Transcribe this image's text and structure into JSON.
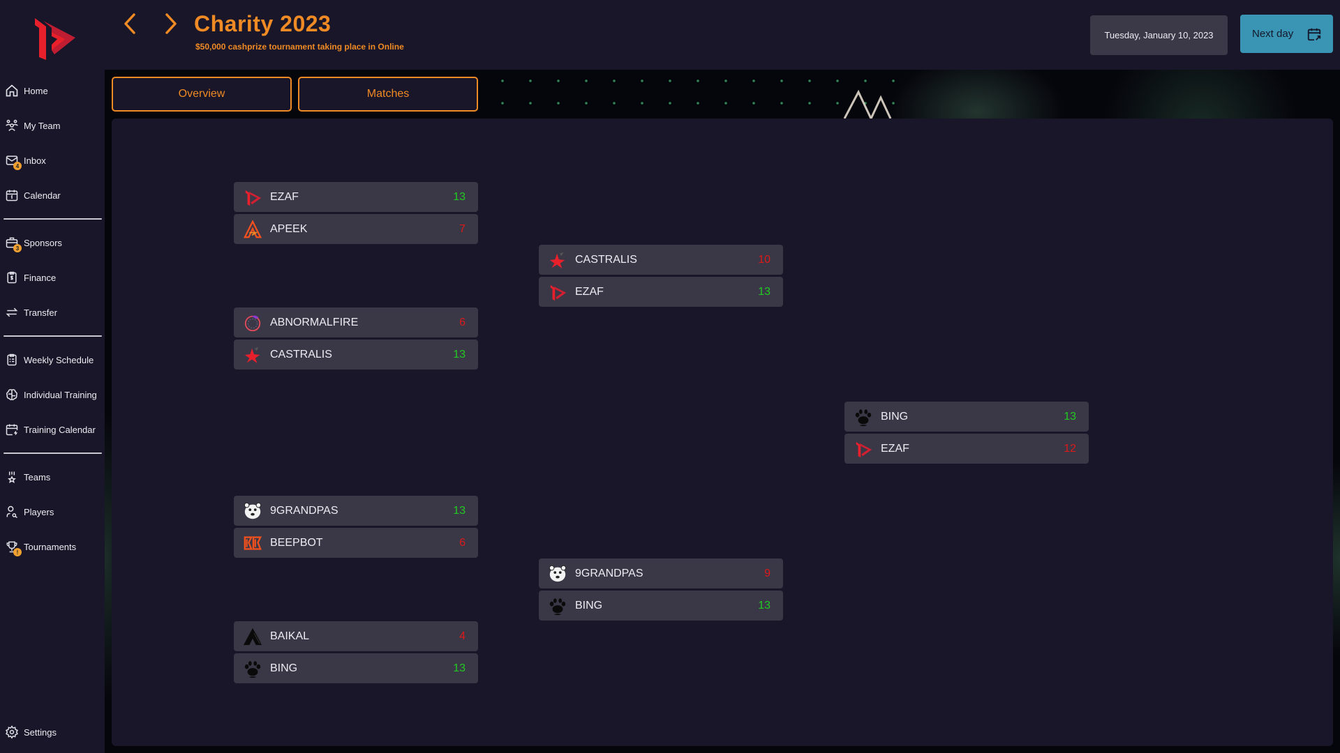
{
  "sidebar": {
    "items": [
      {
        "label": "Home",
        "icon": "home-icon"
      },
      {
        "label": "My Team",
        "icon": "team-icon"
      },
      {
        "label": "Inbox",
        "icon": "inbox-icon",
        "badge": "4"
      },
      {
        "label": "Calendar",
        "icon": "calendar-icon"
      },
      {
        "label": "Sponsors",
        "icon": "briefcase-icon",
        "badge": "3"
      },
      {
        "label": "Finance",
        "icon": "finance-icon"
      },
      {
        "label": "Transfer",
        "icon": "transfer-icon"
      },
      {
        "label": "Weekly Schedule",
        "icon": "clipboard-icon"
      },
      {
        "label": "Individual Training",
        "icon": "brain-icon"
      },
      {
        "label": "Training Calendar",
        "icon": "calendar-bolt-icon"
      },
      {
        "label": "Teams",
        "icon": "medal-icon"
      },
      {
        "label": "Players",
        "icon": "user-search-icon"
      },
      {
        "label": "Tournaments",
        "icon": "trophy-icon",
        "badge": "!"
      },
      {
        "label": "Settings",
        "icon": "gear-icon"
      }
    ]
  },
  "header": {
    "title": "Charity 2023",
    "subtitle": "$50,000 cashprize tournament taking place in Online",
    "date": "Tuesday, January 10, 2023",
    "next_day_label": "Next day"
  },
  "tabs": [
    {
      "label": "Overview"
    },
    {
      "label": "Matches"
    }
  ],
  "colors": {
    "accent": "#f08a24",
    "next_button": "#3a94b4",
    "win": "#22c922",
    "lose": "#dd1a1a",
    "card": "#3a3746",
    "background": "#181628"
  },
  "bracket": {
    "rounds": [
      {
        "matches": [
          {
            "teams": [
              {
                "name": "EZAF",
                "score": "13",
                "result": "win",
                "logo": "ezaf-logo"
              },
              {
                "name": "APEEK",
                "score": "7",
                "result": "lose",
                "logo": "apeek-logo"
              }
            ]
          },
          {
            "teams": [
              {
                "name": "ABNORMALFIRE",
                "score": "6",
                "result": "lose",
                "logo": "abnormalfire-logo"
              },
              {
                "name": "CASTRALIS",
                "score": "13",
                "result": "win",
                "logo": "castralis-logo"
              }
            ]
          },
          {
            "teams": [
              {
                "name": "9GRANDPAS",
                "score": "13",
                "result": "win",
                "logo": "9grandpas-logo"
              },
              {
                "name": "BEEPBOT",
                "score": "6",
                "result": "lose",
                "logo": "beepbot-logo"
              }
            ]
          },
          {
            "teams": [
              {
                "name": "BAIKAL",
                "score": "4",
                "result": "lose",
                "logo": "baikal-logo"
              },
              {
                "name": "BING",
                "score": "13",
                "result": "win",
                "logo": "bing-logo"
              }
            ]
          }
        ]
      },
      {
        "matches": [
          {
            "teams": [
              {
                "name": "CASTRALIS",
                "score": "10",
                "result": "lose",
                "logo": "castralis-logo"
              },
              {
                "name": "EZAF",
                "score": "13",
                "result": "win",
                "logo": "ezaf-logo"
              }
            ]
          },
          {
            "teams": [
              {
                "name": "9GRANDPAS",
                "score": "9",
                "result": "lose",
                "logo": "9grandpas-logo"
              },
              {
                "name": "BING",
                "score": "13",
                "result": "win",
                "logo": "bing-logo"
              }
            ]
          }
        ]
      },
      {
        "matches": [
          {
            "teams": [
              {
                "name": "BING",
                "score": "13",
                "result": "win",
                "logo": "bing-logo"
              },
              {
                "name": "EZAF",
                "score": "12",
                "result": "lose",
                "logo": "ezaf-logo"
              }
            ]
          }
        ]
      }
    ]
  }
}
